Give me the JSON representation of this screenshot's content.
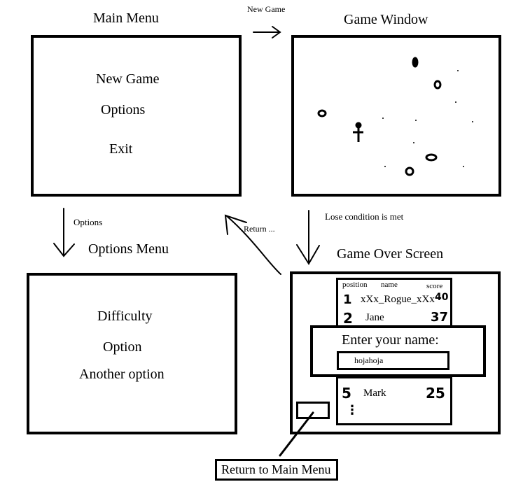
{
  "main_menu": {
    "title": "Main Menu",
    "items": [
      "New Game",
      "Options",
      "Exit"
    ]
  },
  "game_window": {
    "title": "Game Window"
  },
  "options_menu": {
    "title": "Options Menu",
    "items": [
      "Difficulty",
      "Option",
      "Another option"
    ]
  },
  "game_over": {
    "title": "Game Over Screen",
    "headers": {
      "position": "position",
      "name": "name",
      "score": "score"
    },
    "rows_top": [
      {
        "position": "1",
        "name": "xXx_Rogue_xXx",
        "score": "40"
      },
      {
        "position": "2",
        "name": "Jane",
        "score": "37"
      }
    ],
    "rows_bottom": [
      {
        "position": "5",
        "name": "Mark",
        "score": "25"
      }
    ],
    "more": "⋮",
    "name_prompt": "Enter your name:",
    "name_value": "hojahoja",
    "return_button": "Return to Main Menu"
  },
  "transitions": {
    "new_game": "New Game",
    "options": "Options",
    "lose": "Lose condition is met",
    "return": "Return ..."
  }
}
